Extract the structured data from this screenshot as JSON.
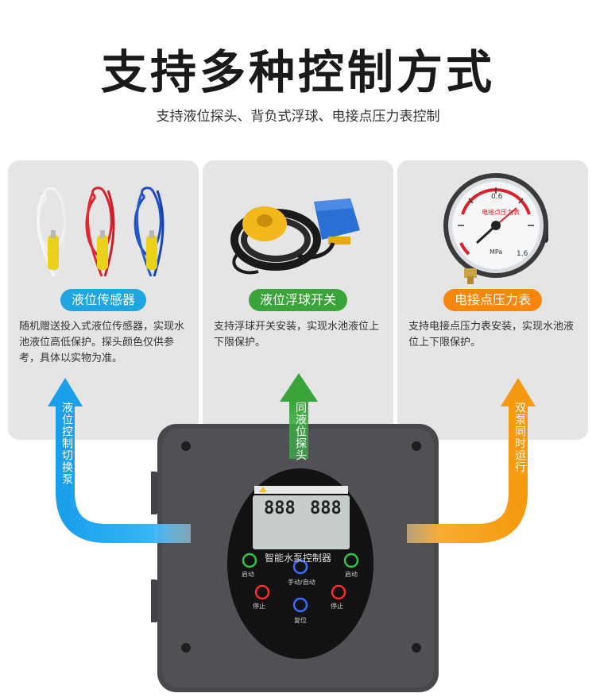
{
  "header": {
    "title": "支持多种控制方式",
    "subtitle": "支持液位探头、背负式浮球、电接点压力表控制"
  },
  "cards": [
    {
      "badge": "液位传感器",
      "badge_color": "#1fa6e0",
      "description": "随机赠送投入式液位传感器，实现水池液位高低保护。探头颜色仅供参考，具体以实物为准。"
    },
    {
      "badge": "液位浮球开关",
      "badge_color": "#3aa33a",
      "description": "支持浮球开关安装，实现水池液位上下限保护。"
    },
    {
      "badge": "电接点压力表",
      "badge_color": "#f5870e",
      "description": "支持电接点压力表安装，实现水池液位上下限保护。"
    }
  ],
  "arrows": {
    "left": "液位控制切换泵",
    "middle": "同液位探头",
    "right": "双泵同时运行"
  },
  "device": {
    "lcd_left": "888",
    "lcd_right": "888",
    "name": "智能水泵控制器",
    "mode_label": "手动/自动",
    "start_1": "启动",
    "start_2": "启动",
    "stop_1": "停止",
    "stop_2": "停止",
    "reset_label": "复位"
  },
  "gauge": {
    "unit": "MPa",
    "brand": "电接点压力表",
    "tick_0_6": "0.6",
    "tick_1_6": "1.6"
  }
}
